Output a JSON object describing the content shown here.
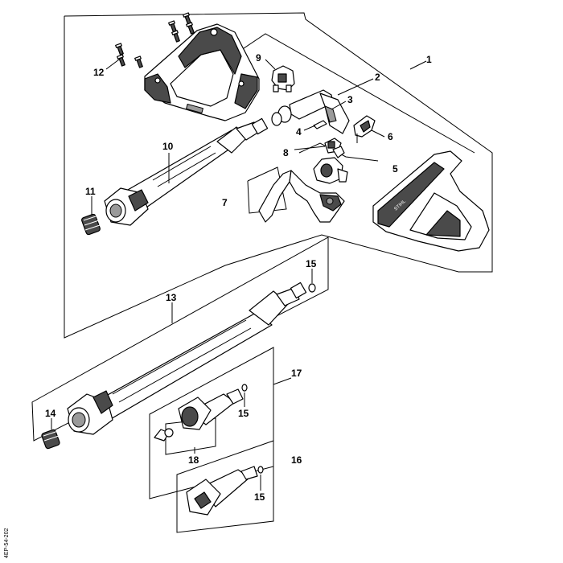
{
  "callouts": {
    "c1": "1",
    "c2": "2",
    "c3": "3",
    "c4": "4",
    "c5": "5",
    "c6": "6",
    "c7": "7",
    "c8": "8",
    "c9": "9",
    "c10": "10",
    "c11": "11",
    "c12": "12",
    "c13": "13",
    "c14": "14",
    "c15a": "15",
    "c15b": "15",
    "c15c": "15",
    "c16": "16",
    "c17": "17",
    "c18": "18"
  },
  "drawing_code": "4ЕР-54-202"
}
